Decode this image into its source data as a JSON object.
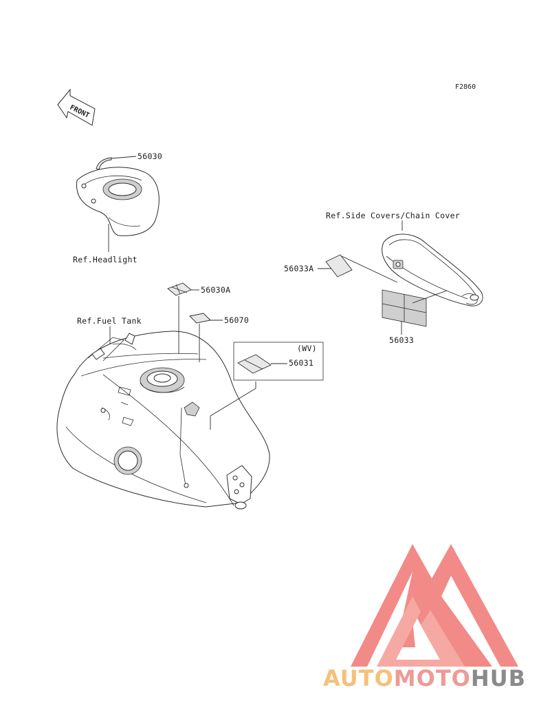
{
  "figure_code": "F2860",
  "front_arrow_label": "FRONT",
  "headlight": {
    "part_number": "56030",
    "ref_label": "Ref.Headlight"
  },
  "fuel_tank": {
    "ref_label": "Ref.Fuel Tank",
    "parts": [
      "56030A",
      "56070",
      "56031"
    ],
    "variant_label": "(WV)"
  },
  "side_cover": {
    "ref_label": "Ref.Side Covers/Chain Cover",
    "parts": [
      "56033A",
      "56033"
    ]
  },
  "watermark": {
    "segments": [
      {
        "text": "AUTO",
        "color": "#f5c07a"
      },
      {
        "text": "MOTO",
        "color": "#ee9a96"
      },
      {
        "text": "HUB",
        "color": "#8a8a8a"
      }
    ],
    "logo_colors": {
      "outer": "#f28a87",
      "inner": "#f6a8a2"
    }
  }
}
